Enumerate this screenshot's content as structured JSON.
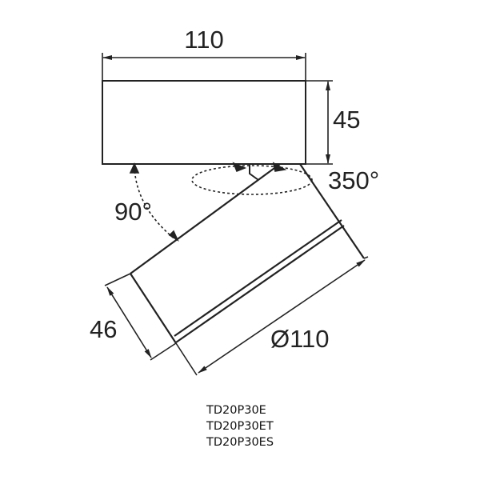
{
  "diagram": {
    "type": "technical-dimension-drawing",
    "subject": "adjustable surface-mounted spotlight",
    "dimensions": {
      "base_width": "110",
      "base_height": "45",
      "rotation_vertical": "90°",
      "rotation_horizontal": "350°",
      "head_length": "46",
      "head_diameter": "Ø110"
    },
    "stroke_color": "#222222",
    "background": "#ffffff"
  },
  "models": [
    {
      "code": "TD20P30E"
    },
    {
      "code": "TD20P30ET"
    },
    {
      "code": "TD20P30ES"
    }
  ]
}
